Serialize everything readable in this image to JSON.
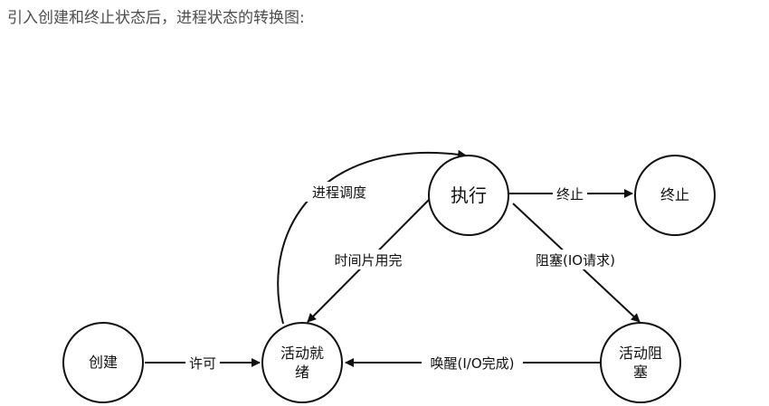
{
  "heading": "引入创建和终止状态后，进程状态的转换图:",
  "nodes": {
    "exec": "执行",
    "terminate": "终止",
    "create": "创建",
    "ready_l1": "活动就",
    "ready_l2": "绪",
    "blocked_l1": "活动阻",
    "blocked_l2": "塞"
  },
  "edges": {
    "schedule": "进程调度",
    "timeout": "时间片用完",
    "block": "阻塞(IO请求)",
    "terminate": "终止",
    "admit": "许可",
    "wakeup": "唤醒(I/O完成)"
  }
}
